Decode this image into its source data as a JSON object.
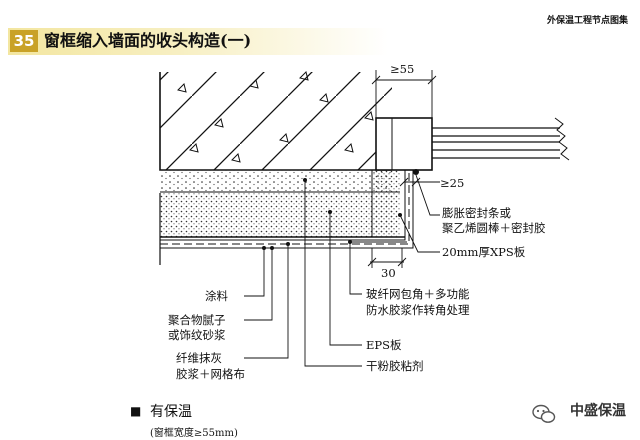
{
  "header": {
    "number": "35",
    "title": "窗框缩入墙面的收头构造(一)",
    "top_right": "外保温工程节点图集"
  },
  "dimensions": {
    "window_overlap": "≥55",
    "gap": "≥25",
    "xps_width": "30"
  },
  "callouts": {
    "sealant_line1": "膨胀密封条或",
    "sealant_line2": "聚乙烯圆棒＋密封胶",
    "xps": "20mm厚XPS板",
    "mesh_corner_line1": "玻纤网包角＋多功能",
    "mesh_corner_line2": "防水胶浆作转角处理",
    "eps": "EPS板",
    "adhesive": "干粉胶粘剂",
    "coating": "涂料",
    "putty_line1": "聚合物腻子",
    "putty_line2": "或饰纹砂浆",
    "render_line1": "纤维抹灰",
    "render_line2": "胶浆＋网格布"
  },
  "footer": {
    "bullet": "■",
    "caption": "有保温",
    "sub_caption": "(窗框宽度≥55mm)"
  },
  "brand": {
    "icon": "wechat-icon",
    "name": "中盛保温"
  },
  "colors": {
    "header_bg": "#f3e6a0",
    "badge": "#c9a227"
  }
}
